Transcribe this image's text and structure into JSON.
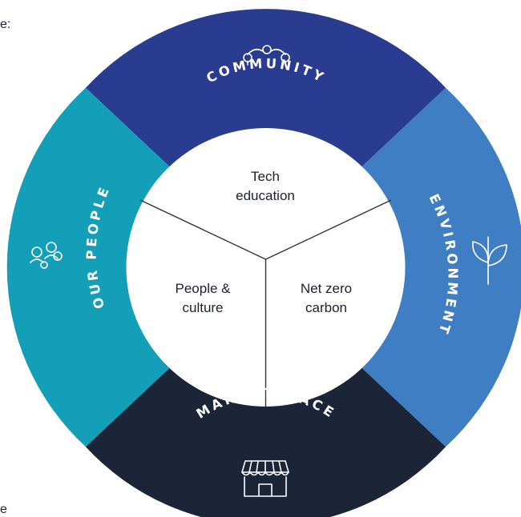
{
  "edge_text": {
    "top": "e:",
    "bottom": "e"
  },
  "ring": {
    "community": {
      "label": "COMMUNITY",
      "color": "#2a3c8f",
      "icon": "community-icon"
    },
    "environment": {
      "label": "ENVIRONMENT",
      "color": "#3f7ec3",
      "icon": "leaf-icon"
    },
    "marketplace": {
      "label": "MARKETPLACE",
      "color": "#1c2438",
      "icon": "storefront-icon"
    },
    "our_people": {
      "label": "OUR PEOPLE",
      "color": "#139fb8",
      "icon": "people-icon"
    }
  },
  "center": {
    "tech_education": [
      "Tech",
      "education"
    ],
    "people_culture": [
      "People &",
      "culture"
    ],
    "net_zero": [
      "Net zero",
      "carbon"
    ],
    "divider_color": "#333333"
  }
}
